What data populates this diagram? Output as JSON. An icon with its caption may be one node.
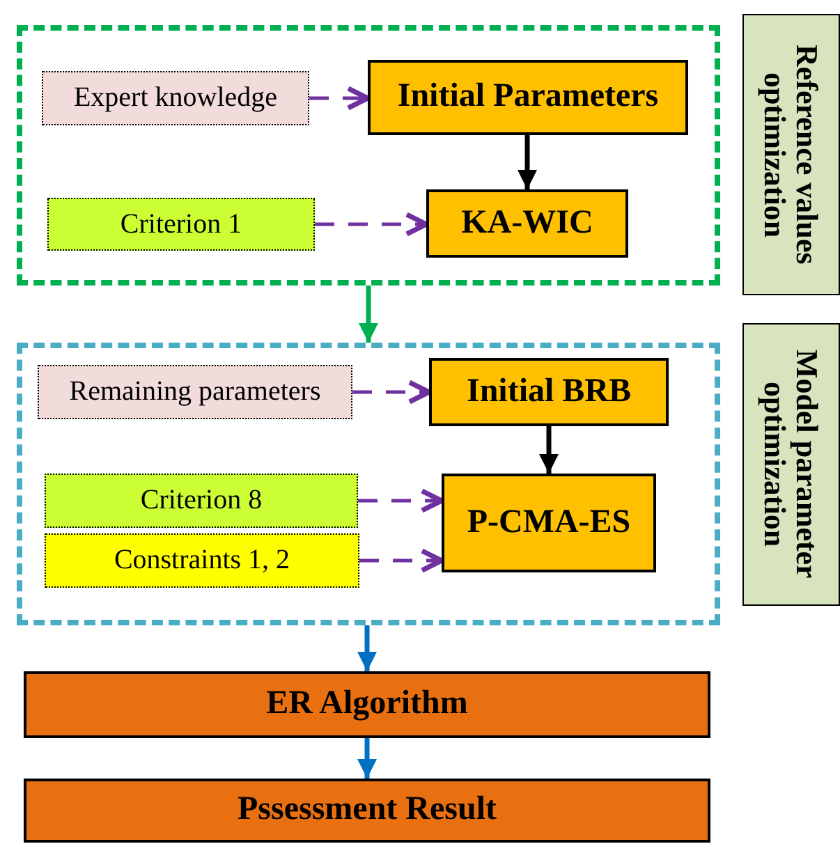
{
  "diagram": {
    "nodes": [
      {
        "text": [],
        "shape": "box"
      },
      {
        "text": [
          "Expert knowledge"
        ],
        "in": 0
      },
      {
        "text": [
          "Initial Parameters"
        ],
        "in": 0
      },
      {
        "text": [
          "Criterion 1"
        ],
        "in": 0
      },
      {
        "text": [
          "KA-WIC"
        ],
        "in": 0
      },
      {
        "text": [
          "Reference values optimization"
        ]
      },
      {
        "text": [],
        "shape": "box"
      },
      {
        "text": [
          "Remaining parameters"
        ],
        "in": 6
      },
      {
        "text": [
          "Initial BRB"
        ],
        "in": 6
      },
      {
        "text": [
          "Criterion 8"
        ],
        "in": 6
      },
      {
        "text": [
          "Constraints 1, 2"
        ],
        "in": 6
      },
      {
        "text": [
          "P-CMA-ES"
        ],
        "in": 6
      },
      {
        "text": [
          "Model parameter optimization"
        ]
      },
      {
        "text": [
          "ER Algorithm"
        ]
      },
      {
        "text": [
          "Pssessment Result"
        ]
      }
    ],
    "edges": [
      {
        "from": 1,
        "to": 2,
        "arrow": "to",
        "style": "dashed"
      },
      {
        "from": 2,
        "to": 4,
        "arrow": "to",
        "color": "#000000"
      },
      {
        "from": 3,
        "to": 4,
        "arrow": "to",
        "style": "dashed"
      },
      {
        "from": 0,
        "to": 6,
        "arrow": "to",
        "color": "#00b050"
      },
      {
        "from": 7,
        "to": 8,
        "arrow": "to",
        "style": "dashed"
      },
      {
        "from": 8,
        "to": 11,
        "arrow": "to",
        "color": "#000000"
      },
      {
        "from": 9,
        "to": 11,
        "arrow": "to",
        "style": "dashed"
      },
      {
        "from": 10,
        "to": 11,
        "arrow": "to",
        "style": "dashed"
      },
      {
        "from": 6,
        "to": 13,
        "arrow": "to",
        "color": "#0070c0"
      },
      {
        "from": 13,
        "to": 14,
        "arrow": "to",
        "color": "#0070c0"
      }
    ]
  }
}
